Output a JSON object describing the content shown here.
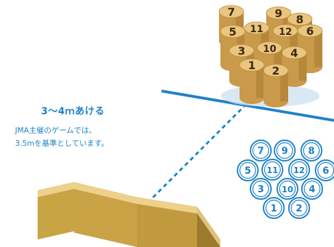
{
  "distance_heading": "3〜4ｍあける",
  "note_lines": [
    "JMA主催のゲームでは、",
    "3.5mを基準としています。"
  ],
  "pin_labels": [
    "7",
    "9",
    "8",
    "5",
    "11",
    "12",
    "6",
    "3",
    "10",
    "4",
    "1",
    "2"
  ],
  "colors": {
    "accent": "#1f82c8",
    "wood_light": "#e9c57f",
    "wood_mid": "#c99a4b",
    "wood_dark": "#7a5220",
    "number": "#3e2a12"
  }
}
